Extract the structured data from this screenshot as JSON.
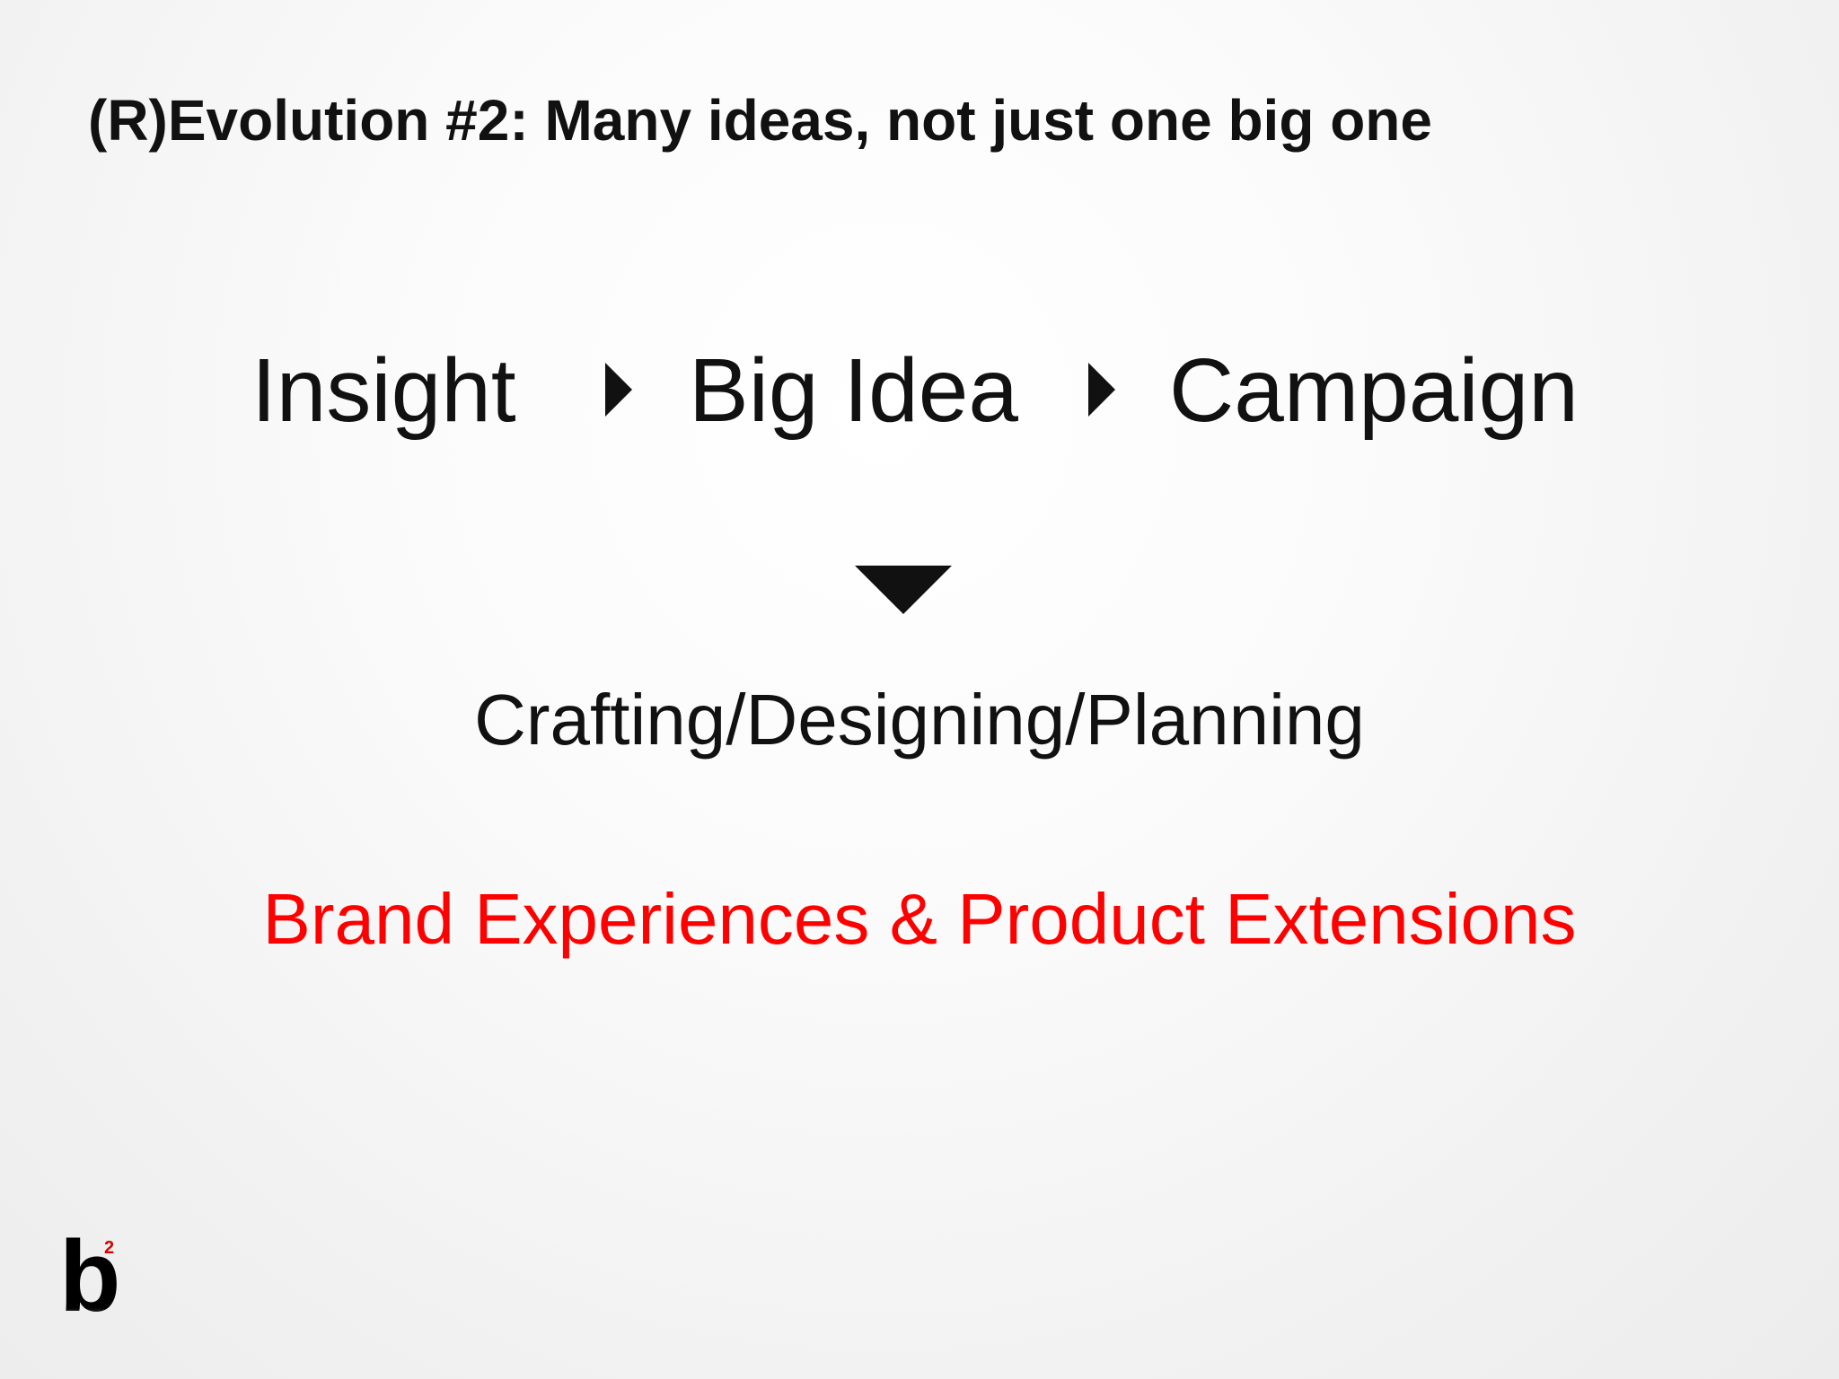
{
  "slide": {
    "title": "(R)Evolution #2:  Many ideas, not just one big one",
    "flow": [
      "Insight",
      "Big Idea",
      "Campaign"
    ],
    "subtitle": "Crafting/Designing/Planning",
    "highlight": "Brand Experiences & Product Extensions",
    "logo_text": "b",
    "logo_superscript": "2"
  },
  "colors": {
    "text": "#111111",
    "highlight": "#ff0000"
  },
  "icons": {
    "flow_arrow": "triangle-right-icon",
    "down_arrow": "triangle-down-icon"
  }
}
